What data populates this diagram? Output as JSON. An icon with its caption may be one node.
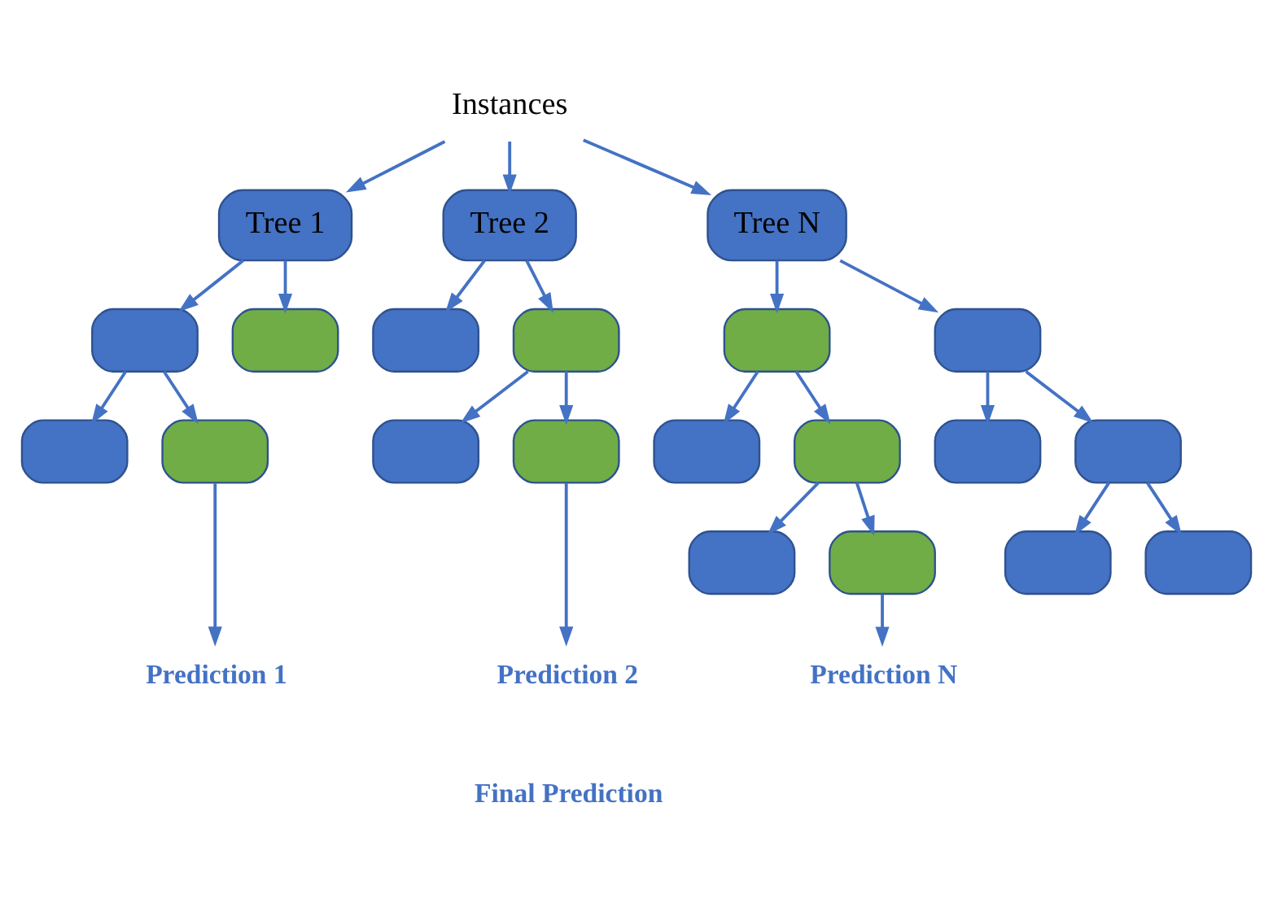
{
  "diagram": {
    "nodes": [
      {
        "text": [
          "Instances"
        ]
      },
      {
        "text": [
          "Tree 1"
        ]
      },
      {
        "text": [
          "Tree 2"
        ]
      },
      {
        "text": [
          "Tree N"
        ]
      },
      {
        "text": [],
        "shape": "box"
      },
      {
        "text": [],
        "shape": "box"
      },
      {
        "text": [],
        "shape": "box"
      },
      {
        "text": [],
        "shape": "box"
      },
      {
        "text": [],
        "shape": "box"
      },
      {
        "text": [],
        "shape": "box"
      },
      {
        "text": [],
        "shape": "box"
      },
      {
        "text": [],
        "shape": "box"
      },
      {
        "text": [],
        "shape": "box"
      },
      {
        "text": [],
        "shape": "box"
      },
      {
        "text": [],
        "shape": "box"
      },
      {
        "text": [],
        "shape": "box"
      },
      {
        "text": [],
        "shape": "box"
      },
      {
        "text": [],
        "shape": "box"
      },
      {
        "text": [],
        "shape": "box"
      },
      {
        "text": [],
        "shape": "box"
      },
      {
        "text": [],
        "shape": "box"
      },
      {
        "text": [],
        "shape": "box"
      },
      {
        "text": [
          "Prediction 1"
        ]
      },
      {
        "text": [
          "Prediction 2"
        ]
      },
      {
        "text": [
          "Prediction N"
        ]
      }
    ],
    "edges": [
      {
        "from": 0,
        "to": 1,
        "arrow": "to"
      },
      {
        "from": 0,
        "to": 2,
        "arrow": "to"
      },
      {
        "from": 0,
        "to": 3,
        "arrow": "to"
      },
      {
        "from": 1,
        "to": 4,
        "arrow": "to"
      },
      {
        "from": 1,
        "to": 5,
        "arrow": "to"
      },
      {
        "from": 4,
        "to": 6,
        "arrow": "to"
      },
      {
        "from": 4,
        "to": 7,
        "arrow": "to"
      },
      {
        "from": 2,
        "to": 8,
        "arrow": "to"
      },
      {
        "from": 2,
        "to": 9,
        "arrow": "to"
      },
      {
        "from": 9,
        "to": 10,
        "arrow": "to"
      },
      {
        "from": 9,
        "to": 11,
        "arrow": "to"
      },
      {
        "from": 3,
        "to": 12,
        "arrow": "to"
      },
      {
        "from": 3,
        "to": 13,
        "arrow": "to"
      },
      {
        "from": 12,
        "to": 14,
        "arrow": "to"
      },
      {
        "from": 12,
        "to": 15,
        "arrow": "to"
      },
      {
        "from": 15,
        "to": 16,
        "arrow": "to"
      },
      {
        "from": 15,
        "to": 17,
        "arrow": "to"
      },
      {
        "from": 13,
        "to": 18,
        "arrow": "to"
      },
      {
        "from": 13,
        "to": 19,
        "arrow": "to"
      },
      {
        "from": 19,
        "to": 20,
        "arrow": "to"
      },
      {
        "from": 19,
        "to": 21,
        "arrow": "to"
      },
      {
        "from": 7,
        "to": 22,
        "arrow": "to"
      },
      {
        "from": 11,
        "to": 23,
        "arrow": "to"
      },
      {
        "from": 17,
        "to": 24,
        "arrow": "to"
      }
    ],
    "labels": [
      "Final Prediction"
    ]
  }
}
